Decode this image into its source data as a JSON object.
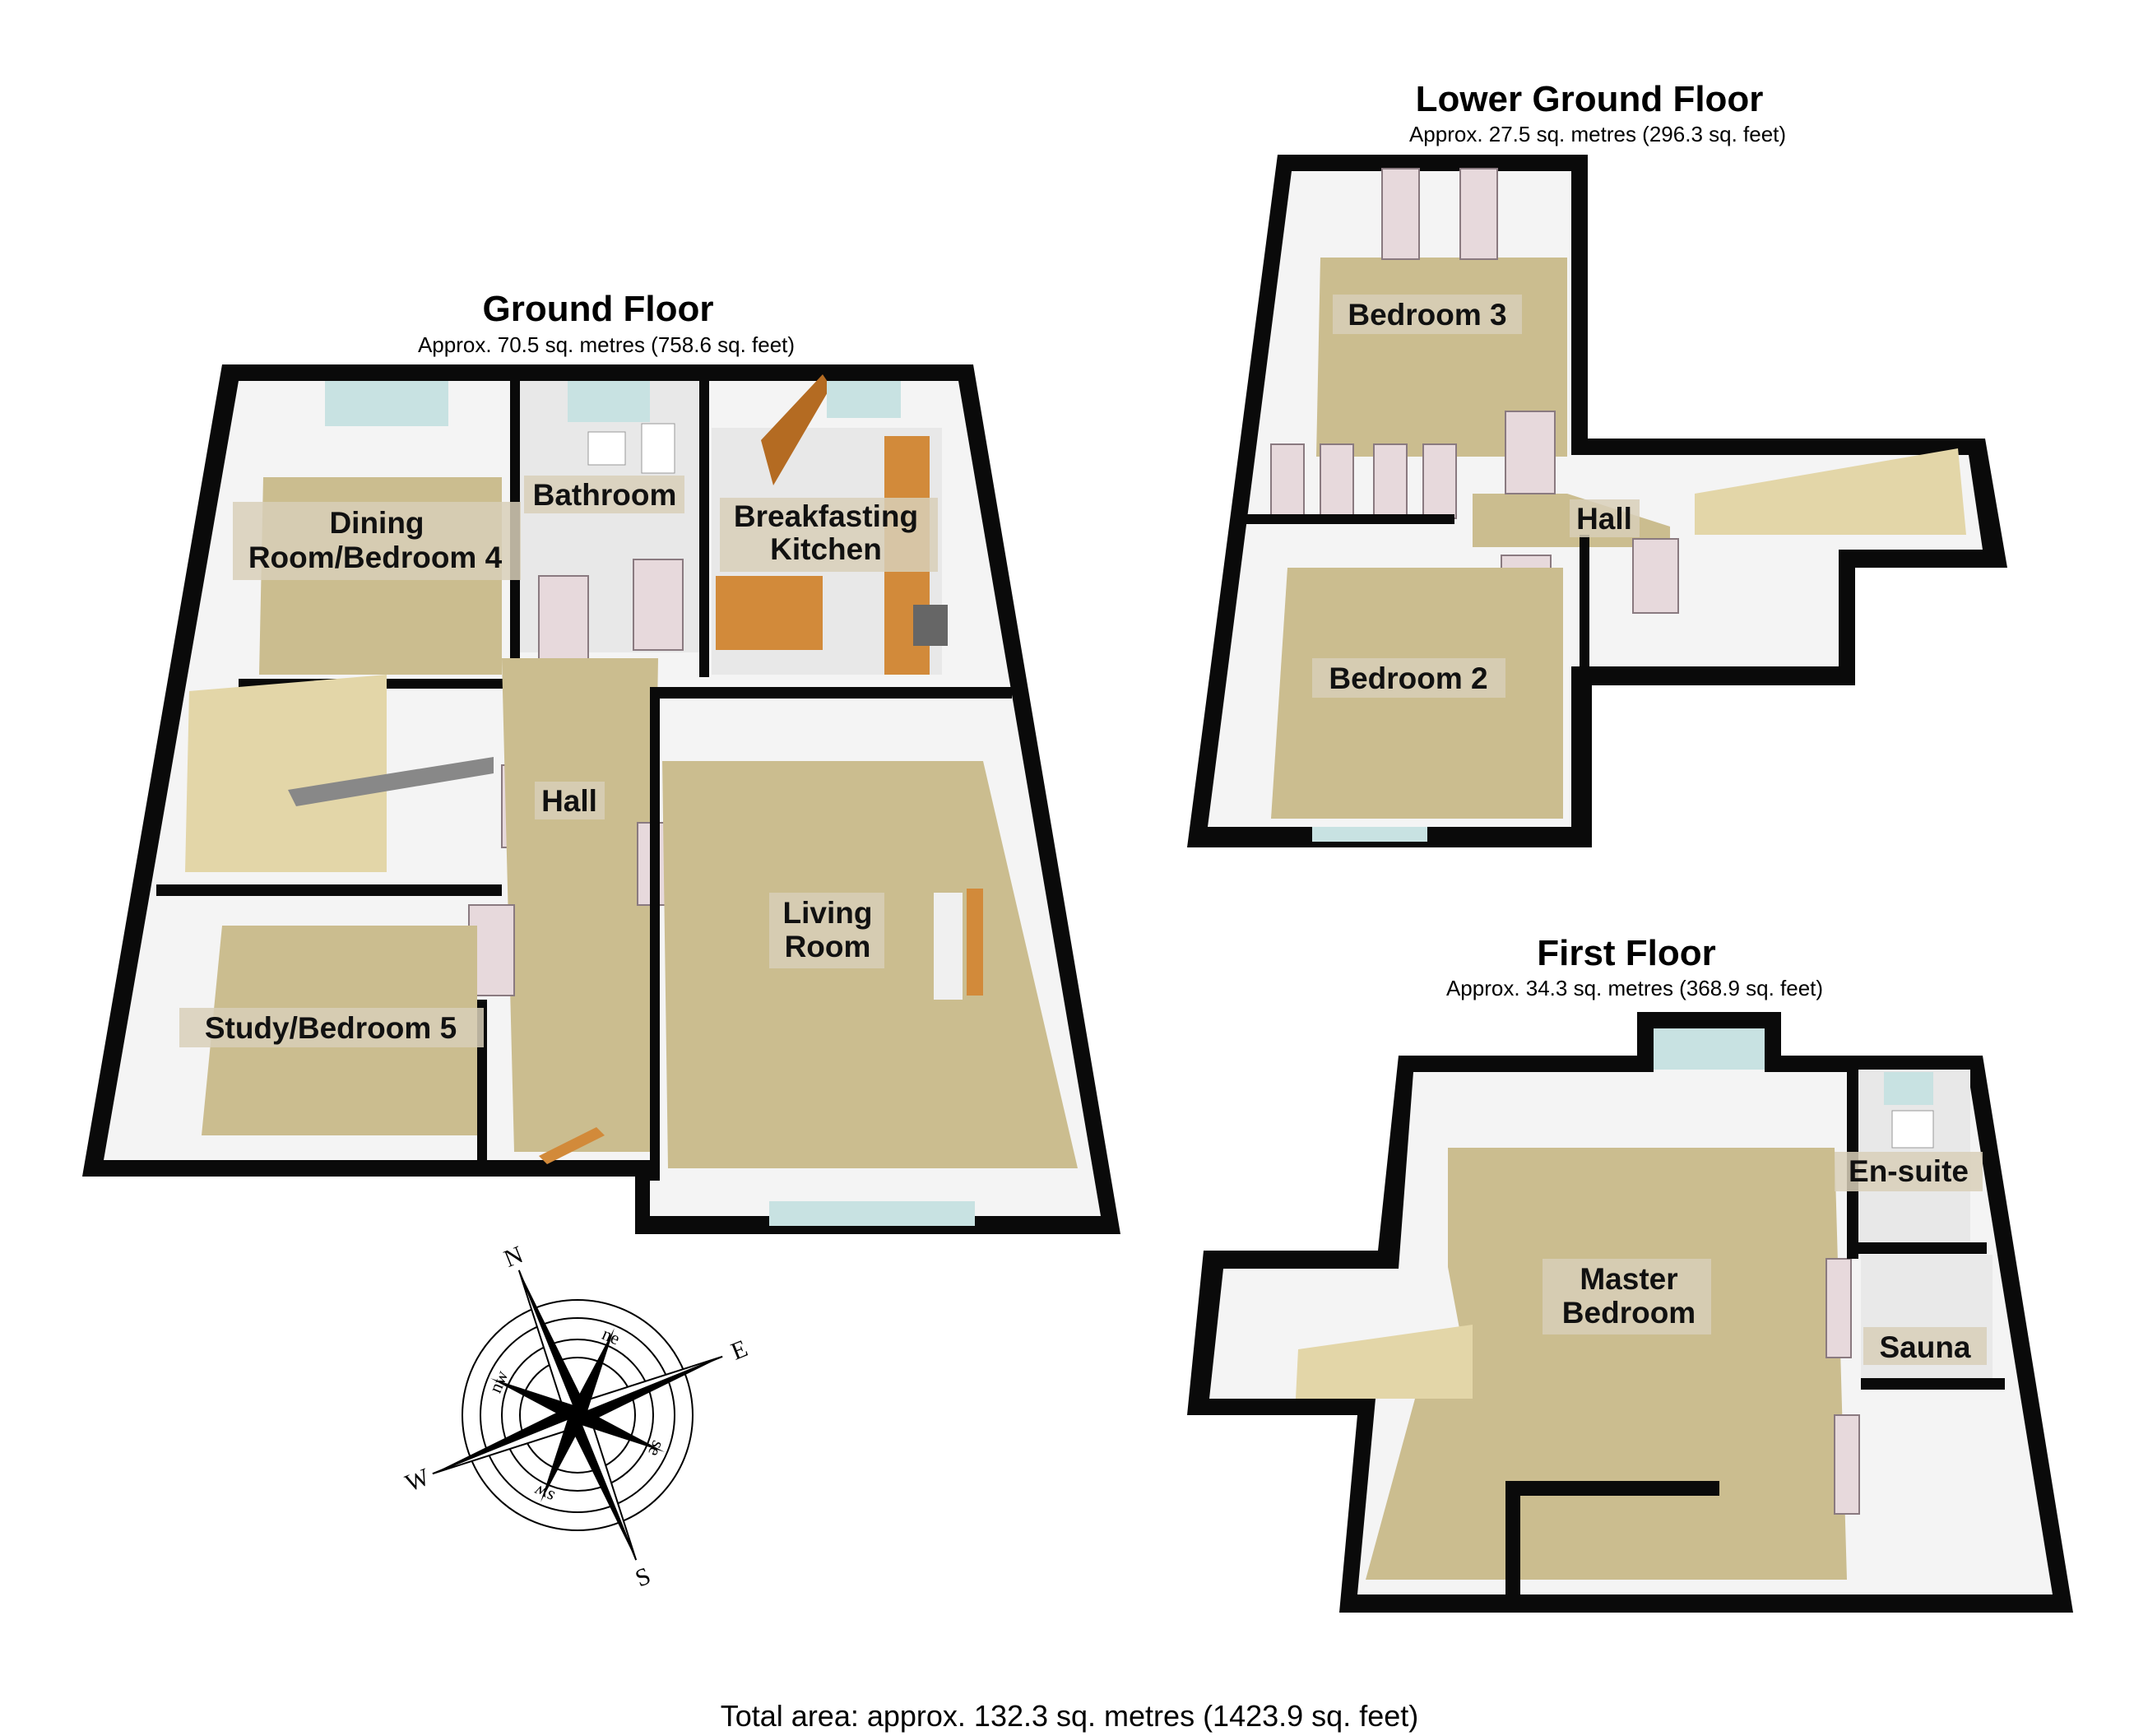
{
  "floors": {
    "ground": {
      "title": "Ground Floor",
      "area": "Approx. 70.5 sq. metres (758.6 sq. feet)",
      "rooms": {
        "dining": [
          "Dining",
          "Room/Bedroom 4"
        ],
        "bathroom": [
          "Bathroom"
        ],
        "kitchen": [
          "Breakfasting",
          "Kitchen"
        ],
        "hall": [
          "Hall"
        ],
        "living": [
          "Living",
          "Room"
        ],
        "study": [
          "Study/Bedroom 5"
        ]
      }
    },
    "lower": {
      "title": "Lower Ground Floor",
      "area": "Approx. 27.5 sq. metres (296.3 sq. feet)",
      "rooms": {
        "bedroom3": [
          "Bedroom 3"
        ],
        "hall": [
          "Hall"
        ],
        "bedroom2": [
          "Bedroom 2"
        ]
      }
    },
    "first": {
      "title": "First Floor",
      "area": "Approx. 34.3 sq. metres (368.9 sq. feet)",
      "rooms": {
        "ensuite": [
          "En-suite"
        ],
        "master": [
          "Master",
          "Bedroom"
        ],
        "sauna": [
          "Sauna"
        ]
      }
    }
  },
  "compass": {
    "cardinal": [
      "N",
      "E",
      "S",
      "W"
    ],
    "intercardinal": [
      "ne",
      "se",
      "sw",
      "nw"
    ]
  },
  "total_area": "Total area: approx. 132.3 sq. metres (1423.9 sq. feet)"
}
